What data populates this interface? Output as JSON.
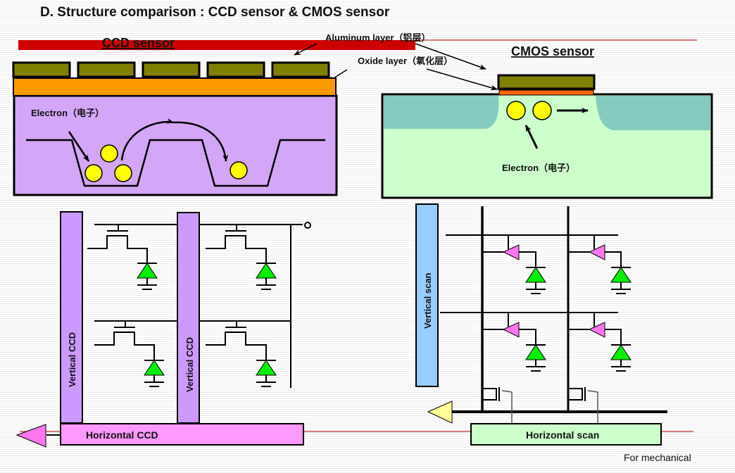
{
  "title": "D.  Structure comparison : CCD sensor & CMOS sensor",
  "ccd": {
    "heading": "CCD sensor",
    "electron_label": "Electron（电子）",
    "vertical_label": "Vertical CCD",
    "horizontal_label": "Horizontal CCD"
  },
  "cmos": {
    "heading": "CMOS sensor",
    "electron_label": "Electron（电子）",
    "vertical_label": "Vertical scan",
    "horizontal_label": "Horizontal scan"
  },
  "annotations": {
    "aluminum": "Aluminum layer（铝层）",
    "oxide": "Oxide layer（氧化层）"
  },
  "footer": "For mechanical",
  "colors": {
    "accent_red": "#cc0000",
    "aluminum": "#808000",
    "oxide_ccd": "#ff9900",
    "oxide_cmos": "#ff6600",
    "ccd_substrate": "#d4a6f7",
    "cmos_substrate": "#ccffcc",
    "cmos_well": "#85cbbf",
    "electron": "#ffff00",
    "photodiode": "#00ee00",
    "amplifier": "#ff77ee",
    "vertical_ccd": "#cc99ff",
    "horizontal_ccd": "#ff99ff",
    "vertical_scan": "#99ccff",
    "horizontal_scan": "#ccffcc",
    "output_cmos": "#ffff99"
  }
}
